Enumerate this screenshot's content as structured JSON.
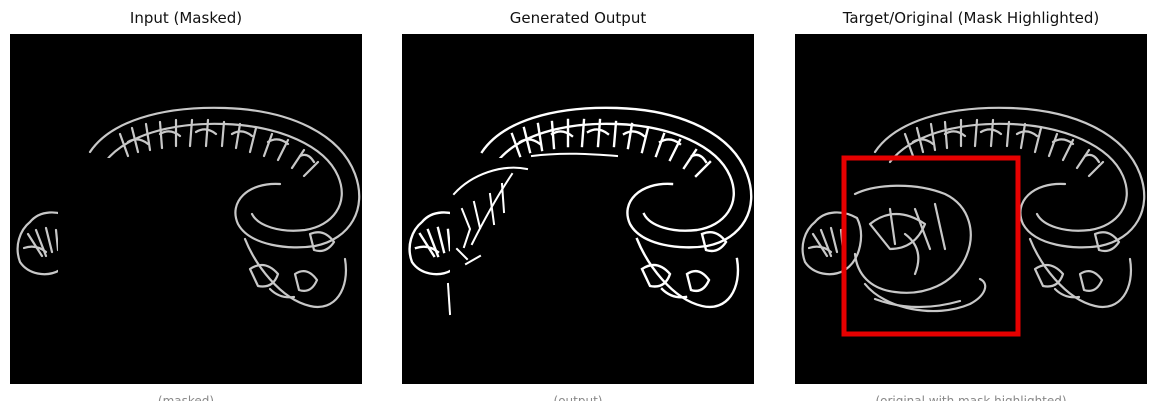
{
  "panels": [
    {
      "title": "Input (Masked)",
      "caption": "(masked)"
    },
    {
      "title": "Generated Output",
      "caption": "(output)"
    },
    {
      "title": "Target/Original (Mask Highlighted)",
      "caption": "(original with mask highlighted)"
    }
  ],
  "colors": {
    "background": "#000000",
    "edge_line": "#c8c8c8",
    "generated_edge_line": "#ffffff",
    "mask_highlight": "#e60000"
  }
}
